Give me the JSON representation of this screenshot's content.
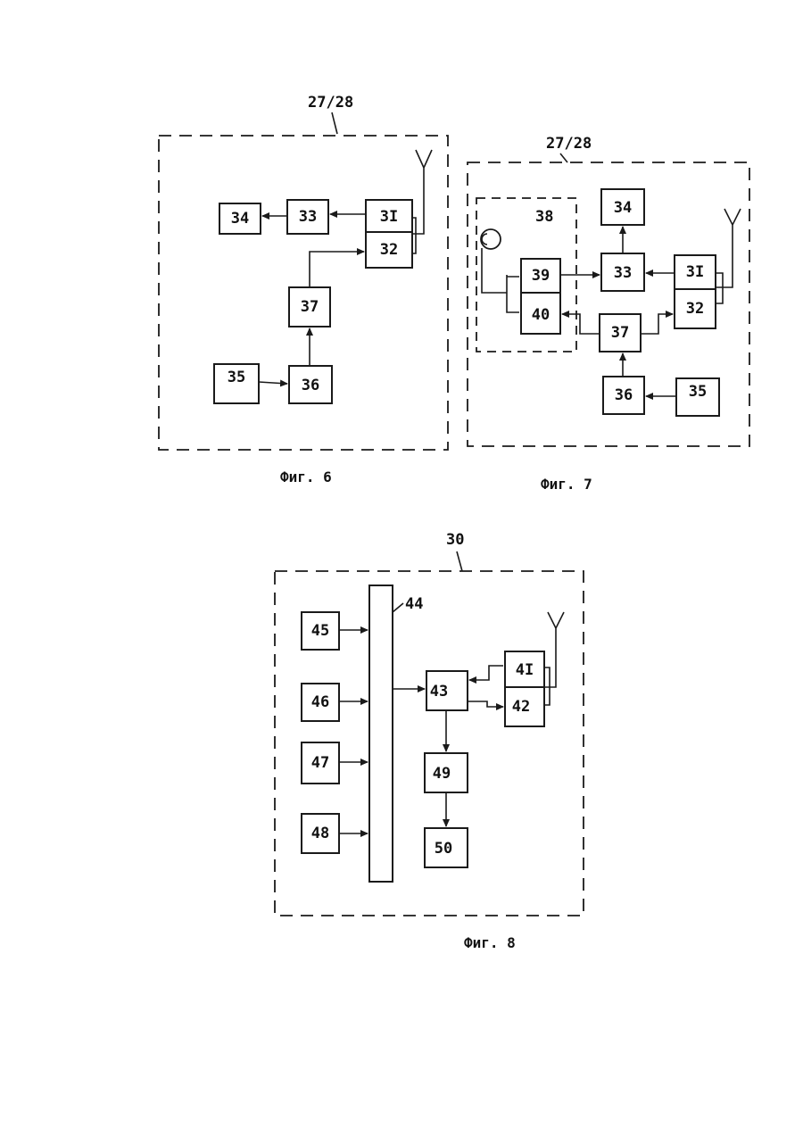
{
  "colors": {
    "ink": "#1a1a1a",
    "paper": "#ffffff"
  },
  "fig6": {
    "caption": "Фиг. 6",
    "ref": "27/28",
    "blocks": {
      "b34": "34",
      "b33": "33",
      "b31": "3I",
      "b32": "32",
      "b37": "37",
      "b35": "35",
      "b36": "36"
    }
  },
  "fig7": {
    "caption": "Фиг. 7",
    "ref": "27/28",
    "group_label": "38",
    "blocks": {
      "b34": "34",
      "b33": "33",
      "b31": "3I",
      "b32": "32",
      "b39": "39",
      "b40": "40",
      "b37": "37",
      "b36": "36",
      "b35": "35"
    }
  },
  "fig8": {
    "caption": "Фиг. 8",
    "ref": "30",
    "bus_label": "44",
    "blocks": {
      "b45": "45",
      "b46": "46",
      "b47": "47",
      "b48": "48",
      "b43": "43",
      "b41": "4I",
      "b42": "42",
      "b49": "49",
      "b50": "50"
    }
  }
}
